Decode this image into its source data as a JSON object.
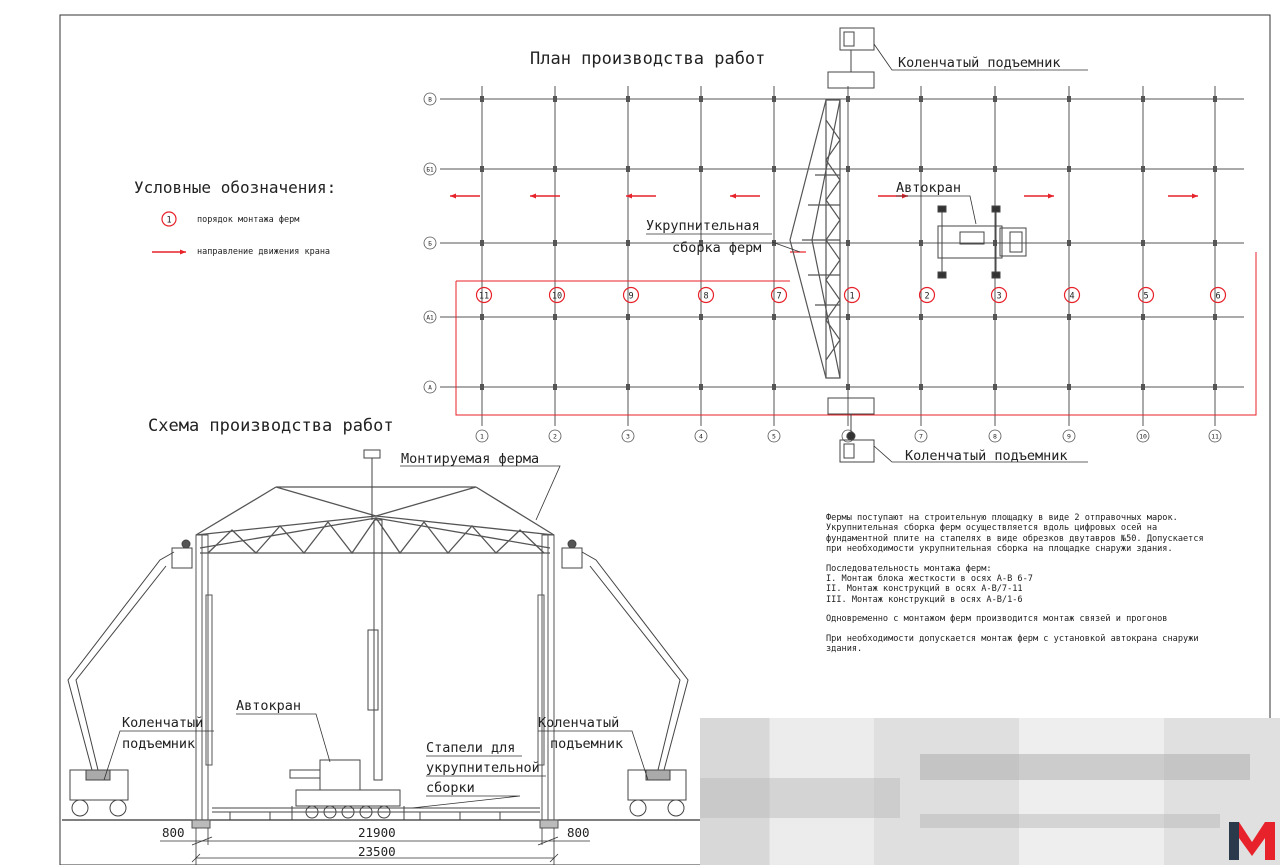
{
  "plan": {
    "title": "План производства работ",
    "axes_top": [
      "1",
      "2",
      "3",
      "4",
      "5",
      "6",
      "7",
      "8",
      "9",
      "10",
      "11"
    ],
    "axes_left": [
      "В",
      "Б1",
      "Б",
      "А1",
      "А"
    ],
    "order_left": [
      "11",
      "10",
      "9",
      "8",
      "7"
    ],
    "order_right": [
      "1",
      "2",
      "3",
      "4",
      "5",
      "6"
    ],
    "lift_top_label": "Коленчатый подъемник",
    "lift_bottom_label": "Коленчатый подъемник",
    "crane_label": "Автокран",
    "assembly_label_line1": "Укрупнительная",
    "assembly_label_line2": "сборка ферм"
  },
  "legend": {
    "title": "Условные обозначения:",
    "order_symbol": "1",
    "order_text": "порядок монтажа ферм",
    "arrow_text": "направление движения крана"
  },
  "scheme": {
    "title": "Схема производства работ",
    "truss_label": "Монтируемая ферма",
    "crane_label": "Автокран",
    "left_lift_line1": "Коленчатый",
    "left_lift_line2": "подъемник",
    "right_lift_line1": "Коленчатый",
    "right_lift_line2": "подъемник",
    "stands_line1": "Стапели для",
    "stands_line2": "укрупнительной",
    "stands_line3": "сборки",
    "dim_left": "800",
    "dim_mid": "21900",
    "dim_right": "800",
    "dim_total": "23500"
  },
  "notes": {
    "p1": "Фермы поступают на строительную площадку в виде 2 отправочных марок. Укрупнительная сборка ферм осуществляется вдоль цифровых осей на фундаментной плите на стапелях в виде обрезков двутавров №50. Допускается при необходимости укрупнительная сборка на площадке снаружи здания.",
    "seq_title": "Последовательность монтажа ферм:",
    "seq1": "I. Монтаж блока жесткости в осях А-В 6-7",
    "seq2": "II. Монтаж конструкций в осях А-В/7-11",
    "seq3": "III. Монтаж конструкций в осях А-В/1-6",
    "p3": "Одновременно с монтажом ферм производится монтаж связей и прогонов",
    "p4": "При необходимости допускается монтаж ферм с установкой автокрана снаружи здания."
  },
  "colors": {
    "line": "#4a4a4a",
    "red": "#e8222a",
    "logo": "#e8222a"
  }
}
